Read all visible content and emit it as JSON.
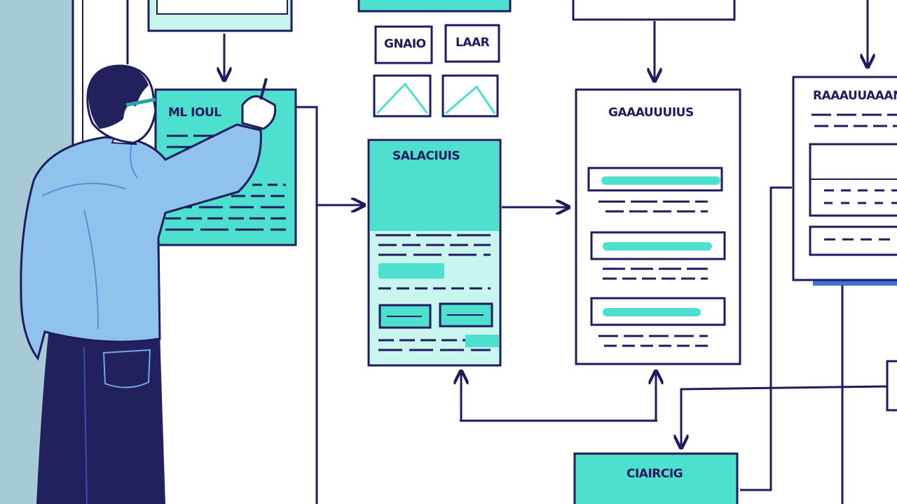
{
  "colors": {
    "ink": "#1e1b5e",
    "teal": "#4ee0cf",
    "teal_light": "#c9f5ef",
    "shirt": "#8fc3ee",
    "pants": "#23205e",
    "side_panel": "#a6cad6",
    "paper": "#ffffff"
  },
  "illustration": {
    "wireframe_labels": {
      "held_card_title": "ML  IOUL",
      "thumb_left": "GNAIO",
      "thumb_right": "LAAR",
      "center_card_title": "SALACIUIS",
      "right_card_title": "GAAAUUUIUS",
      "far_right_card_title": "RAAAUUAAAN",
      "bottom_card_title": "CIAIRCIG"
    }
  }
}
